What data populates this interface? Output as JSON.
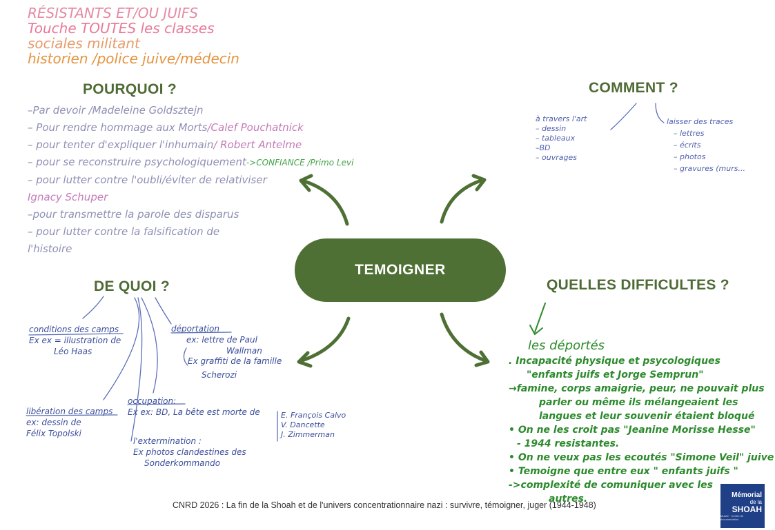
{
  "intro": {
    "line1": "RÉSISTANTS ET/OU JUIFS",
    "line2": "Touche TOUTES les classes",
    "line3": "sociales   militant",
    "line4": "historien /police juive/médecin"
  },
  "center": {
    "label": "TEMOIGNER"
  },
  "headings": {
    "pourquoi": "POURQUOI ?",
    "comment": "COMMENT ?",
    "de_quoi": "DE QUOI ?",
    "difficultes": "QUELLES DIFFICULTES ?"
  },
  "pourquoi": {
    "items": [
      {
        "main": "–Par devoir /Madeleine Goldsztejn",
        "extra": "",
        "extra2": ""
      },
      {
        "main": "– Pour rendre hommage aux Morts",
        "extra": "/Calef Pouchatnick",
        "extra2": ""
      },
      {
        "main": "– pour tenter d'expliquer l'inhumain",
        "extra": "/ Robert Antelme",
        "extra2": ""
      },
      {
        "main": "– pour se reconstruire psychologiquement",
        "extra": "",
        "extra2": "->CONFIANCE /Primo Levi"
      },
      {
        "main": "– pour lutter contre l'oubli/éviter de relativiser",
        "extra": "",
        "extra2": ""
      },
      {
        "main": "   Ignacy Schuper",
        "extra": "",
        "extra2": ""
      },
      {
        "main": "–pour transmettre la parole des disparus",
        "extra": "",
        "extra2": ""
      },
      {
        "main": "",
        "extra": "",
        "extra2": ""
      },
      {
        "main": "– pour lutter contre la falsification de",
        "extra": "",
        "extra2": ""
      },
      {
        "main": "       l'histoire",
        "extra": "",
        "extra2": ""
      }
    ]
  },
  "comment": {
    "left": [
      "à travers l'art",
      "– dessin",
      "– tableaux",
      "–BD",
      "– ouvrages"
    ],
    "right": [
      "laisser des traces",
      "– lettres",
      "– écrits",
      "– photos",
      "– gravures (murs..."
    ]
  },
  "de_quoi": {
    "conditions": [
      "conditions des camps",
      "Ex ex = illustration de",
      "Léo Haas"
    ],
    "deportation": [
      "déportation",
      "ex: lettre de Paul",
      "Wallman"
    ],
    "graffiti": [
      "Ex graffiti de la famille",
      "Scherozi"
    ],
    "liberation": [
      "libération des camps",
      "ex: dessin de",
      "Félix Topolski"
    ],
    "occupation": [
      "occupation:",
      "Ex ex: BD, La bête est morte de"
    ],
    "auteurs": [
      "E. François Calvo",
      "V. Dancette",
      "J. Zimmerman"
    ],
    "extermination": [
      "l'extermination :",
      "Ex photos clandestines des",
      "Sonderkommando"
    ]
  },
  "difficultes": {
    "lines": [
      "les déportés",
      ". Incapacité physique et psycologiques",
      "\"enfants juifs et Jorge Semprun\"",
      "→famine, corps amaigrie, peur, ne pouvait plus",
      "parler ou même ils mélangeaient les",
      "langues et leur souvenir étaient bloqué",
      "• On ne les croit pas \"Jeanine Morisse Hesse\"",
      "- 1944 resistantes.",
      "• On ne veux pas les ecoutés \"Simone Veil\" juive",
      "• Temoigne que entre eux \" enfants juifs \"",
      "->complexité de comuniquer avec les",
      "autres."
    ]
  },
  "footer": {
    "text": "CNRD 2026 : La fin de la Shoah et de l'univers concentrationnaire nazi : survivre, témoigner, juger (1944-1948)"
  },
  "logo": {
    "line1": "Mémorial",
    "line2": "de la",
    "line3": "SHOAH",
    "line4": "Musée · Centre de documentation"
  },
  "colors": {
    "green_dark": "#4e7034",
    "green_hand": "#2c8a2c",
    "blue_hand": "#3a4d9a",
    "logo_blue": "#1f3f86"
  }
}
